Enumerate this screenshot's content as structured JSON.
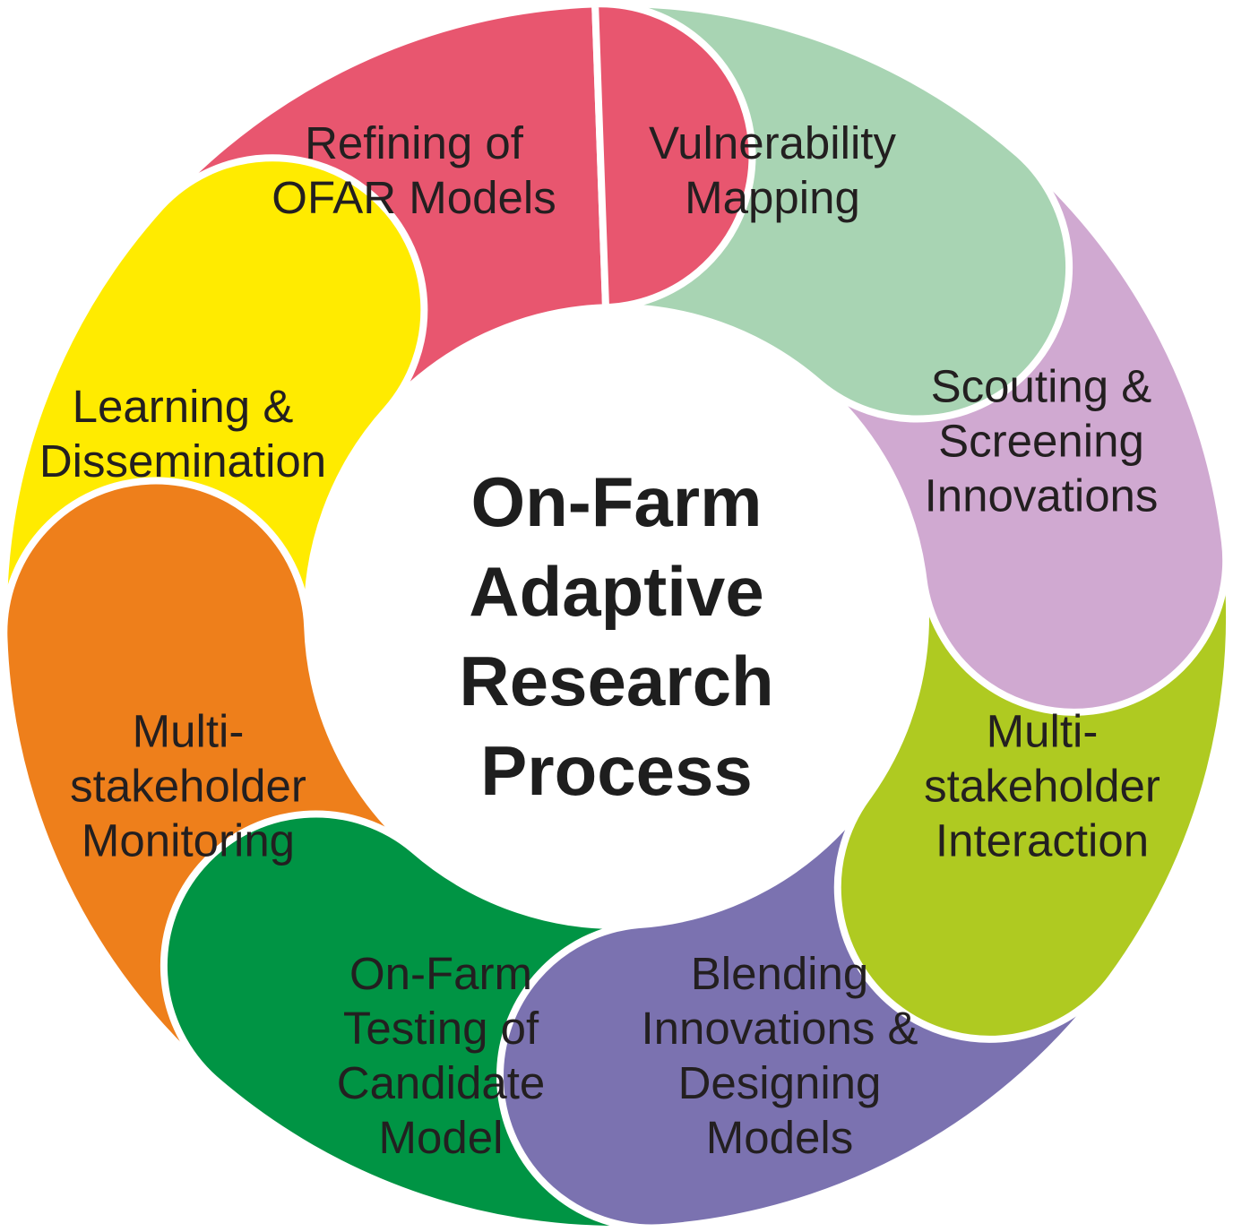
{
  "title": [
    "On-Farm",
    "Adaptive",
    "Research",
    "Process"
  ],
  "segments": [
    {
      "name": "refining",
      "lines": [
        "Refining of",
        "OFAR Models"
      ],
      "color": "#E8566F"
    },
    {
      "name": "vulnerability",
      "lines": [
        "Vulnerability",
        "Mapping"
      ],
      "color": "#A8D4B3"
    },
    {
      "name": "scouting",
      "lines": [
        "Scouting &",
        "Screening",
        "Innovations"
      ],
      "color": "#D0A9D1"
    },
    {
      "name": "interaction",
      "lines": [
        "Multi-",
        "stakeholder",
        "Interaction"
      ],
      "color": "#AFCA21"
    },
    {
      "name": "blending",
      "lines": [
        "Blending",
        "Innovations &",
        "Designing",
        "Models"
      ],
      "color": "#7B72B0"
    },
    {
      "name": "testing",
      "lines": [
        "On-Farm",
        "Testing of",
        "Candidate",
        "Model"
      ],
      "color": "#009444"
    },
    {
      "name": "monitoring",
      "lines": [
        "Multi-",
        "stakeholder",
        "Monitoring"
      ],
      "color": "#EE7F1B"
    },
    {
      "name": "learning",
      "lines": [
        "Learning &",
        "Dissemination"
      ],
      "color": "#FFEB00"
    }
  ]
}
